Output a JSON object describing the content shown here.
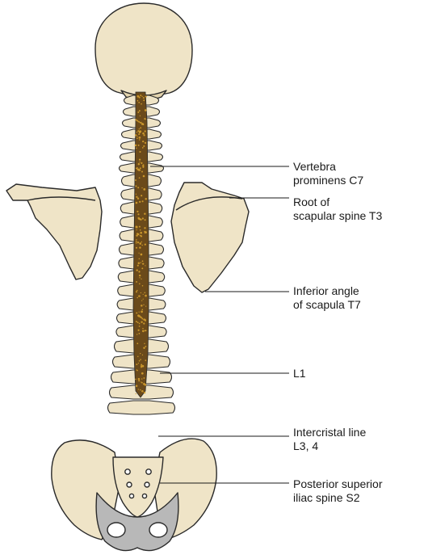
{
  "colors": {
    "bone": "#efe4c7",
    "bone_shade": "#e2d3ad",
    "outline": "#2a2a2a",
    "spinal_cord": "#6b4a1a",
    "cord_speckle": "#c9962d",
    "pelvis_stipple": "#9a9a9a",
    "leader_line": "#1a1a1a"
  },
  "labels": [
    {
      "id": "c7",
      "lines": [
        "Vertebra",
        "prominens C7"
      ]
    },
    {
      "id": "t3",
      "lines": [
        "Root of",
        "scapular spine T3"
      ]
    },
    {
      "id": "t7",
      "lines": [
        "Inferior angle",
        "of scapula T7"
      ]
    },
    {
      "id": "l1",
      "lines": [
        "L1"
      ]
    },
    {
      "id": "l34",
      "lines": [
        "Intercristal line",
        "L3, 4"
      ]
    },
    {
      "id": "s2",
      "lines": [
        "Posterior superior",
        "iliac spine S2"
      ]
    }
  ]
}
